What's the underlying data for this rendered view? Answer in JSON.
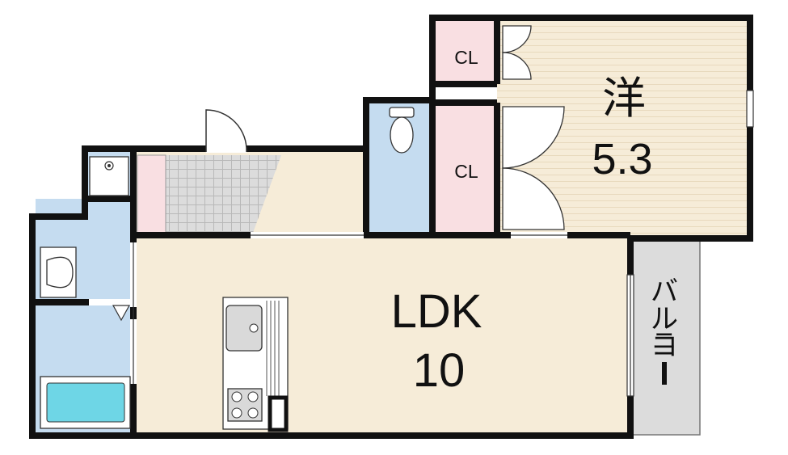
{
  "rooms": {
    "western": {
      "name": "洋",
      "size": "5.3"
    },
    "closet_top": {
      "name": "CL"
    },
    "closet_mid": {
      "name": "CL"
    },
    "ldk": {
      "name": "LDK",
      "size": "10"
    },
    "balcony": {
      "chars": [
        "バ",
        "ル",
        "コ",
        "ニ",
        "ー"
      ]
    }
  },
  "colors": {
    "wall": "#111111",
    "floor": "#f6ecd8",
    "wet": "#c5dcf0",
    "closet": "#f9dfe2",
    "tile": "#d8d8d8",
    "balcony": "#dcdcdc",
    "bathtub": "#6ed6e6"
  }
}
